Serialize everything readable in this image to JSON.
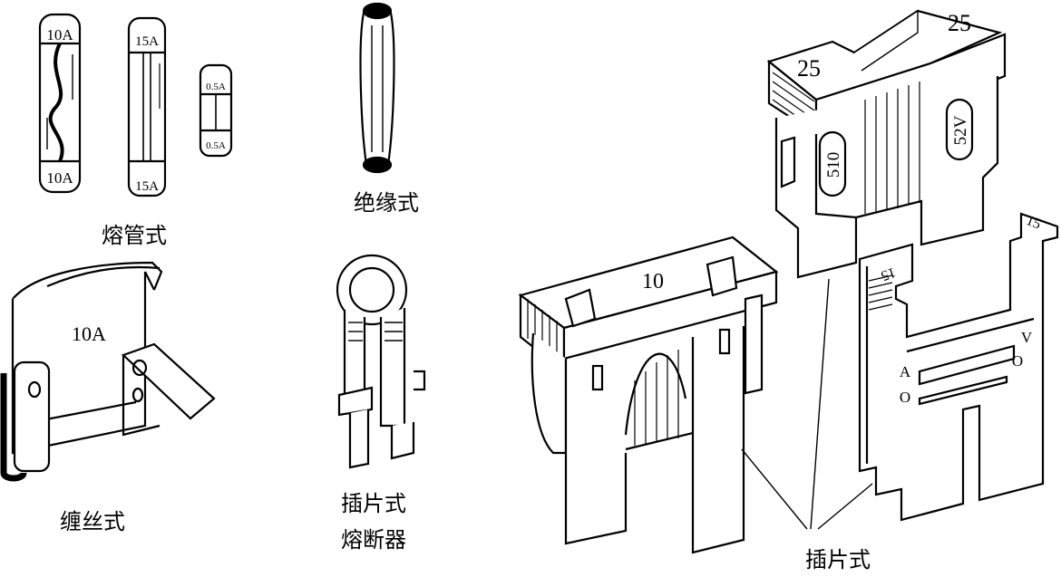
{
  "captions": {
    "glass_tube": "熔管式",
    "insulated": "绝缘式",
    "wire_wound": "缠丝式",
    "blade_small": "插片式\n熔断器",
    "blade_small_line1": "插片式",
    "blade_small_line2": "熔断器",
    "blade_group": "插片式"
  },
  "markings": {
    "tube_large_top": "10A",
    "tube_large_bottom": "10A",
    "tube_medium_top": "15A",
    "tube_medium_bottom": "15A",
    "tube_small_top": "0.5A",
    "tube_small_bottom": "0.5A",
    "wire_wound_rating": "10A",
    "blade_front_rating": "10",
    "blade_top_left": "25",
    "blade_top_right": "25",
    "blade_oval_left": "510",
    "blade_oval_right": "52V",
    "blade_frame_left": "15",
    "blade_frame_right": "15",
    "letter_A": "A",
    "letter_O1": "O",
    "letter_V": "V",
    "letter_O2": "O"
  },
  "colors": {
    "ink": "#000000",
    "paper": "#ffffff"
  }
}
